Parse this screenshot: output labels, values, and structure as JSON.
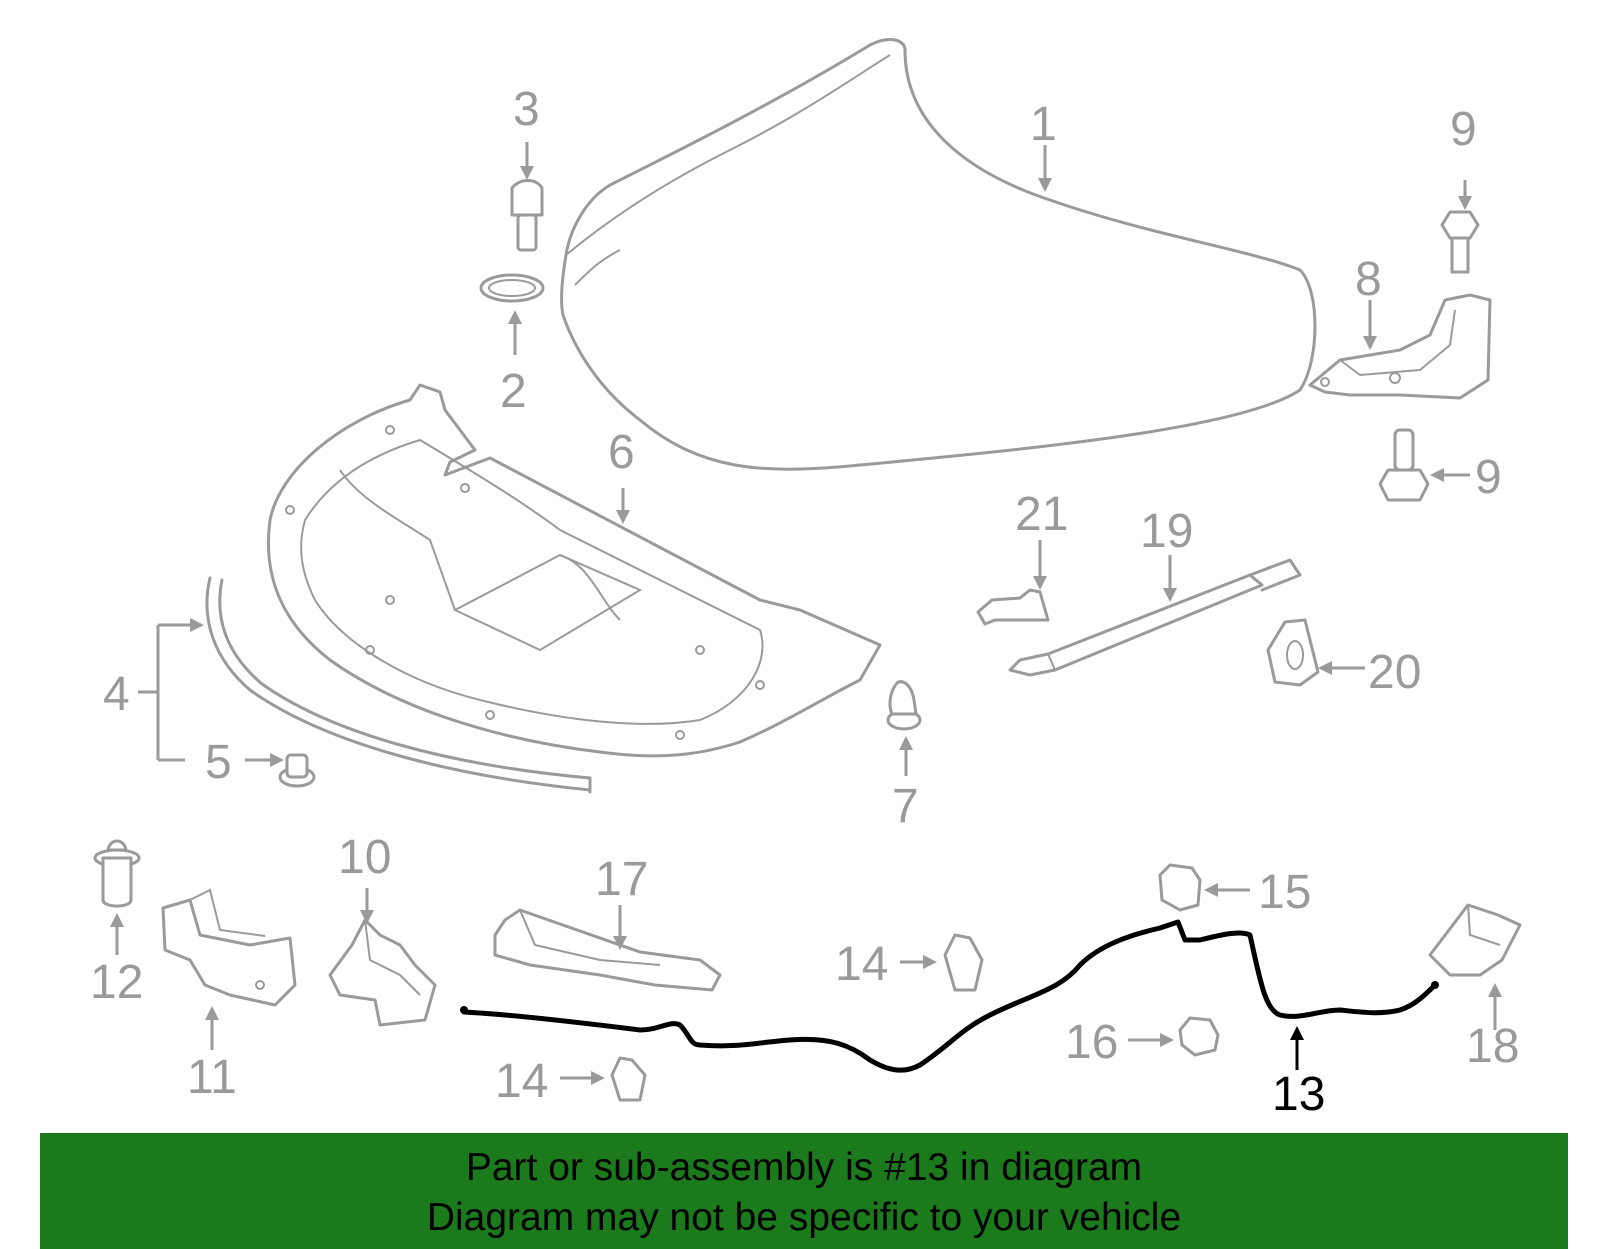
{
  "diagram": {
    "callouts": [
      "1",
      "2",
      "3",
      "4",
      "5",
      "6",
      "7",
      "8",
      "9",
      "9",
      "10",
      "11",
      "12",
      "13",
      "14",
      "14",
      "15",
      "16",
      "17",
      "18",
      "19",
      "20",
      "21"
    ],
    "highlight_color": "#000000",
    "part_color": "#9a9a9a"
  },
  "banner": {
    "line1": "Part or sub-assembly is #13 in diagram",
    "line2": "Diagram may not be specific to your vehicle",
    "background": "#1b7a1b"
  }
}
